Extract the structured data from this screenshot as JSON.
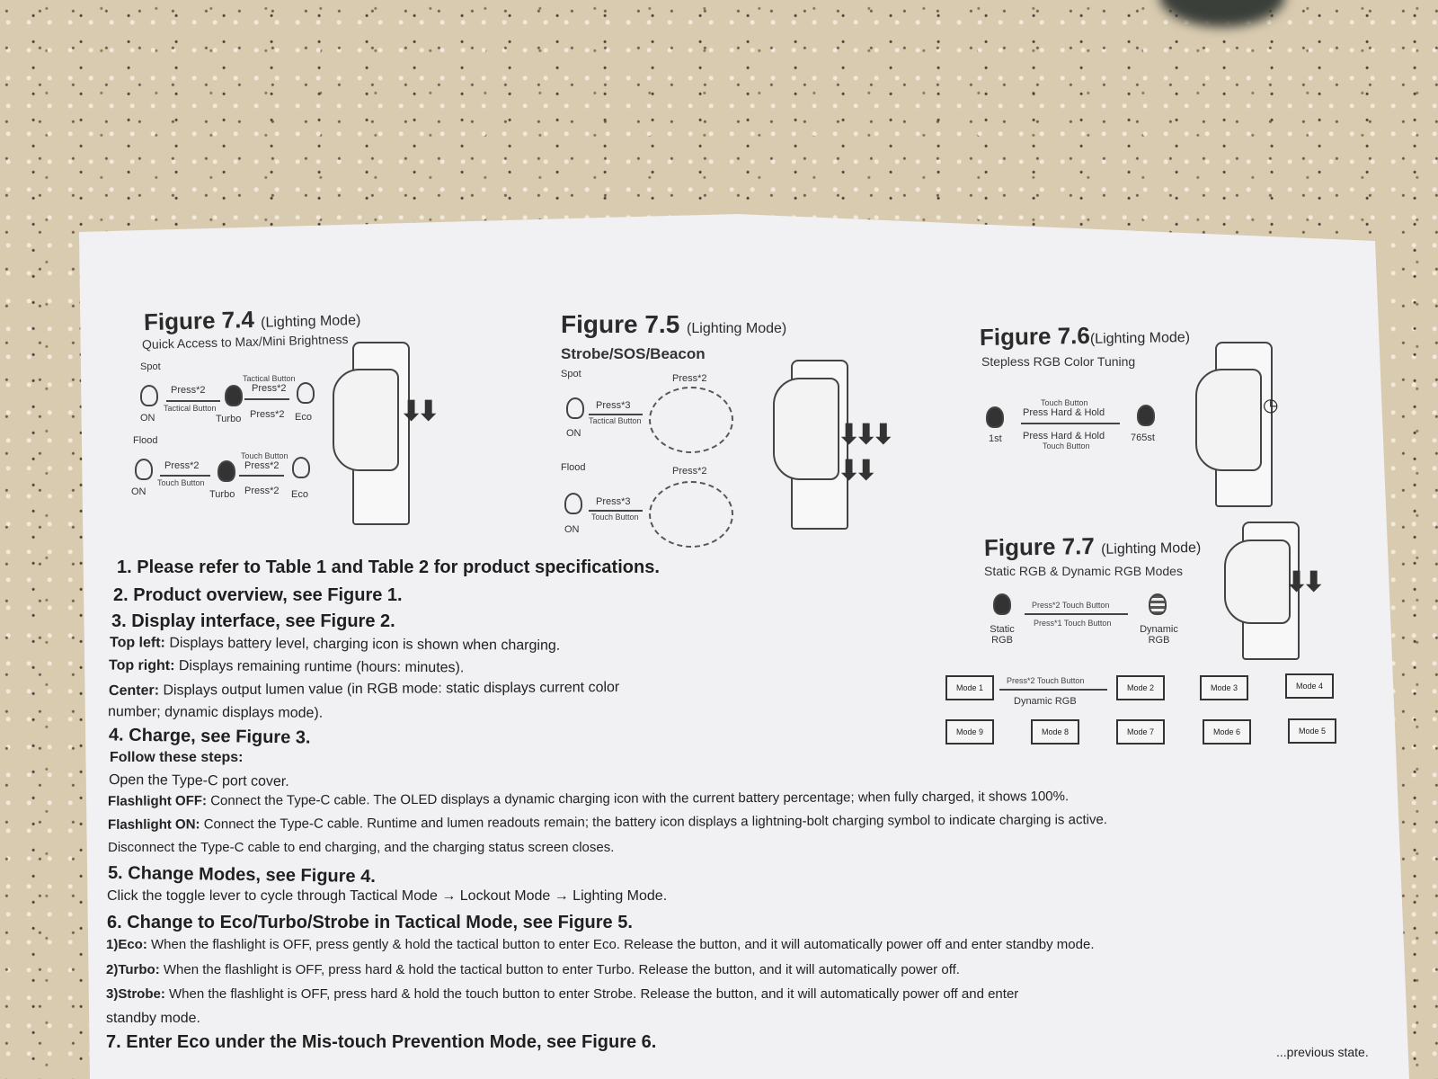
{
  "figures": {
    "f74": {
      "title": "Figure 7.4",
      "tag": "(Lighting Mode)",
      "subtitle": "Quick Access to Max/Mini Brightness",
      "spot": "Spot",
      "flood": "Flood",
      "on": "ON",
      "turbo": "Turbo",
      "eco": "Eco",
      "press2": "Press*2",
      "tactical": "Tactical Button",
      "touch": "Touch Button"
    },
    "f75": {
      "title": "Figure 7.5",
      "tag": "(Lighting Mode)",
      "subtitle": "Strobe/SOS/Beacon",
      "spot": "Spot",
      "flood": "Flood",
      "on": "ON",
      "press3": "Press*3",
      "press2": "Press*2",
      "tactical": "Tactical Button",
      "touch": "Touch Button"
    },
    "f76": {
      "title": "Figure 7.6",
      "tag": "(Lighting Mode)",
      "subtitle": "Stepless RGB Color Tuning",
      "touch": "Touch Button",
      "hold": "Press Hard & Hold",
      "first": "1st",
      "last": "765st"
    },
    "f77": {
      "title": "Figure 7.7",
      "tag": "(Lighting Mode)",
      "subtitle": "Static RGB & Dynamic RGB Modes",
      "fwd": "Press*2  Touch Button",
      "back": "Press*1  Touch Button",
      "static": "Static RGB",
      "dynamic": "Dynamic RGB",
      "loop_label": "Press*2  Touch Button",
      "loop_caption": "Dynamic RGB",
      "modes": [
        "Mode 1",
        "Mode 2",
        "Mode 3",
        "Mode 4",
        "Mode 5",
        "Mode 6",
        "Mode 7",
        "Mode 8",
        "Mode 9"
      ]
    }
  },
  "body": {
    "s1": "1. Please refer to Table 1 and Table 2 for product specifications.",
    "s2": "2. Product overview, see Figure 1.",
    "s3": "3. Display interface, see Figure 2.",
    "s3_tl_k": "Top left:",
    "s3_tl": " Displays battery level, charging icon is shown when charging.",
    "s3_tr_k": "Top right:",
    "s3_tr": " Displays remaining runtime (hours: minutes).",
    "s3_c_k": "Center:",
    "s3_c": " Displays output lumen value (in RGB mode: static displays current color",
    "s3_c2": "number; dynamic displays mode).",
    "s4": "4. Charge, see Figure 3.",
    "s4_follow": "Follow these steps:",
    "s4_a": "Open the Type-C port cover.",
    "s4_b_k": "Flashlight OFF:",
    "s4_b": " Connect the Type-C cable. The OLED displays a dynamic charging icon with the current battery percentage; when fully charged, it shows 100%.",
    "s4_c_k": "Flashlight ON:",
    "s4_c": " Connect the Type-C cable. Runtime and lumen readouts remain; the battery icon displays a lightning-bolt charging symbol to indicate charging is active.",
    "s4_d": "Disconnect the Type-C cable to end charging, and the charging status screen closes.",
    "s5": "5. Change Modes, see Figure 4.",
    "s5_a": "Click the toggle lever to cycle through Tactical Mode → Lockout Mode → Lighting Mode.",
    "s6": "6. Change to Eco/Turbo/Strobe in Tactical Mode, see Figure 5.",
    "s6_1_k": "1)Eco:",
    "s6_1": " When the flashlight is OFF, press gently & hold the tactical button to enter Eco. Release the button, and it will automatically power off and enter standby mode.",
    "s6_2_k": "2)Turbo:",
    "s6_2": " When the flashlight is OFF, press hard & hold the tactical button to enter Turbo. Release the button, and it will automatically power off.",
    "s6_3_k": "3)Strobe:",
    "s6_3": " When the flashlight is OFF, press hard & hold the touch button to enter Strobe. Release the button, and it will automatically power off and enter",
    "s6_3b": "standby mode.",
    "s7": "7. Enter Eco under the Mis-touch Prevention Mode, see Figure 6.",
    "s7_tail": "...previous state."
  }
}
